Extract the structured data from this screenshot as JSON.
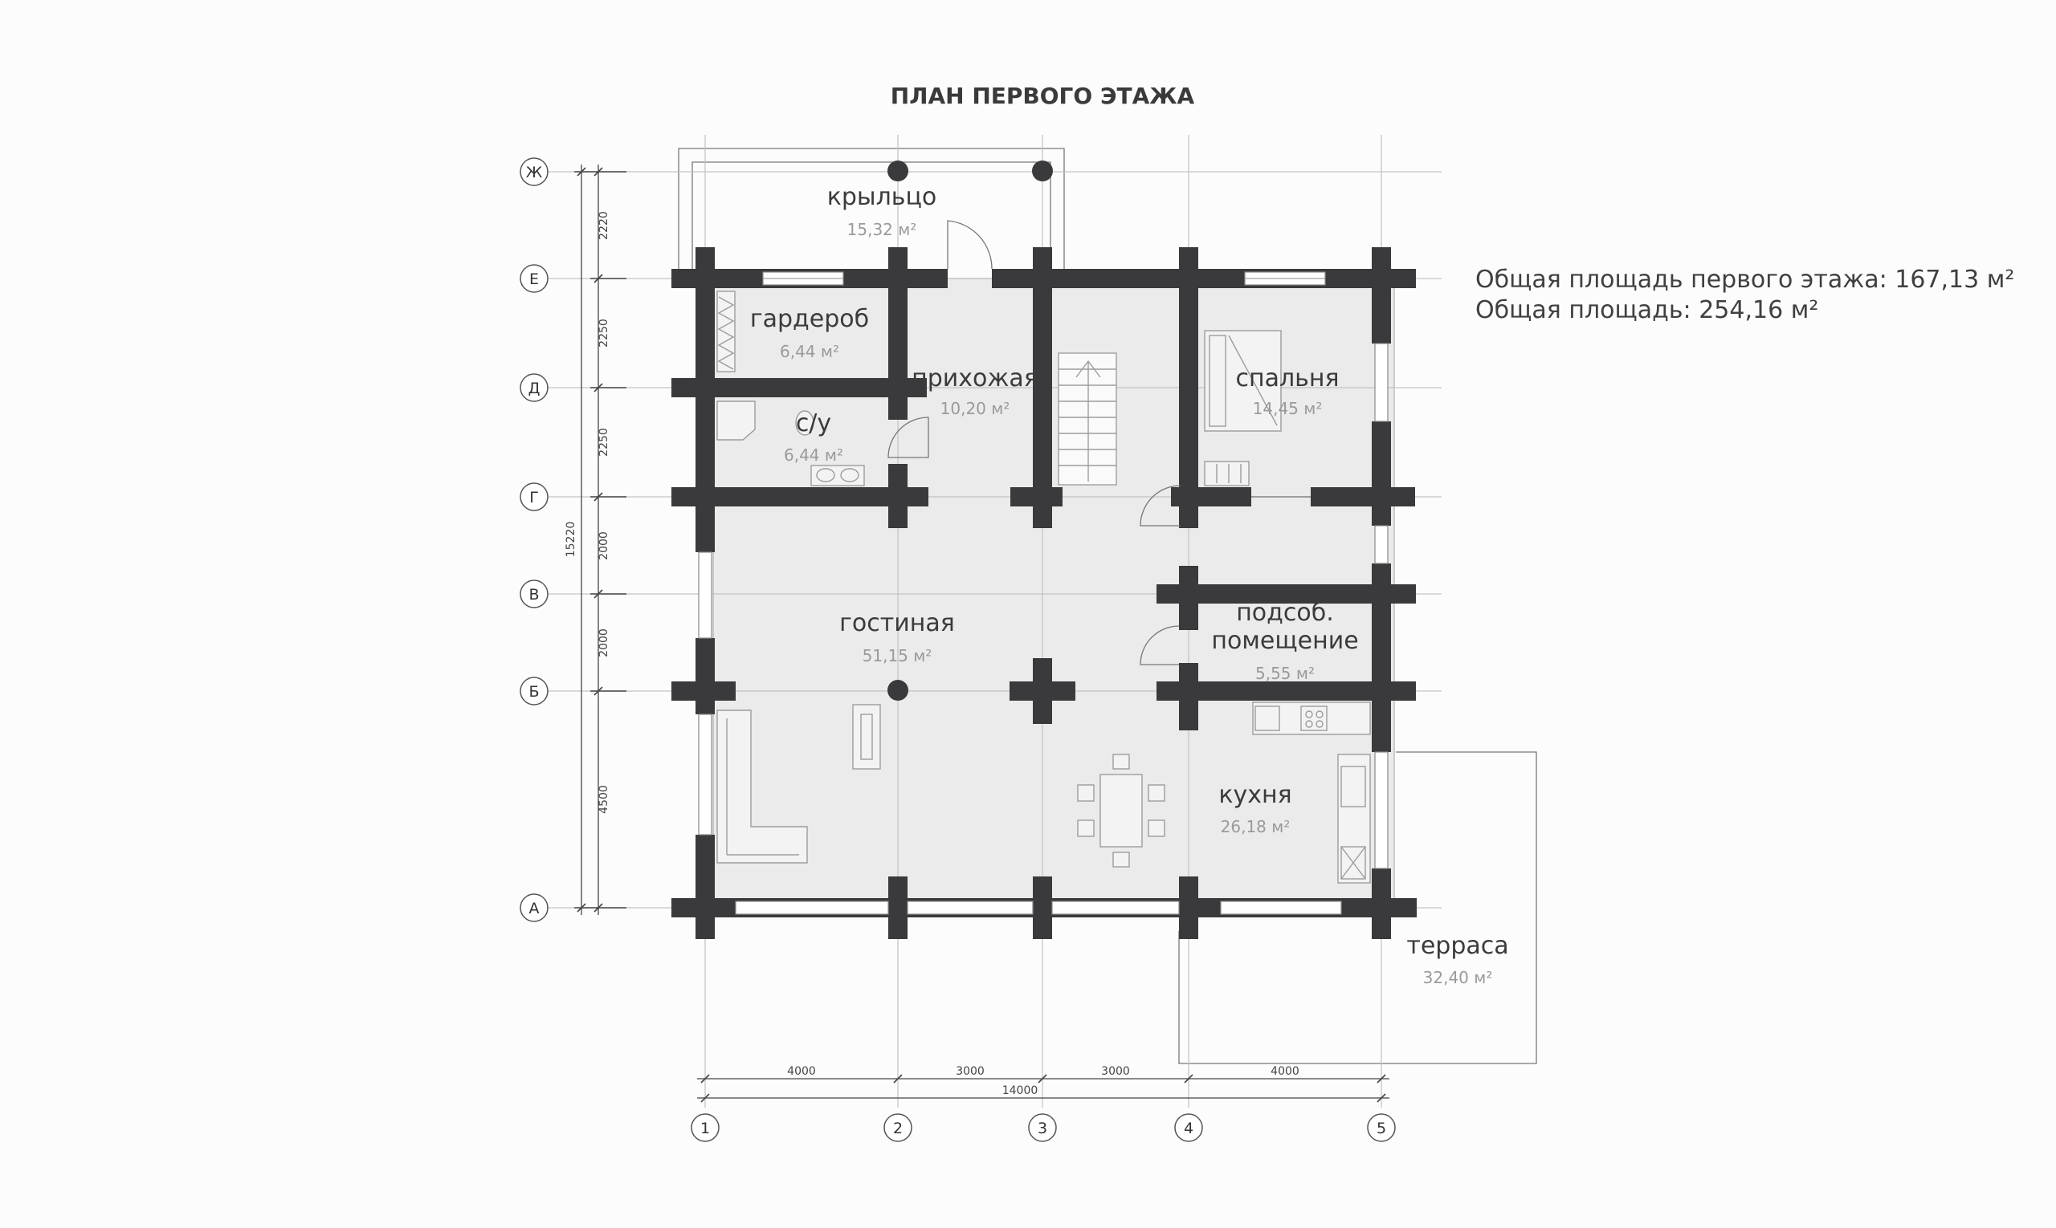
{
  "title": "ПЛАН ПЕРВОГО ЭТАЖА",
  "summary": {
    "first_floor_area": "Общая площадь первого этажа: 167,13 м²",
    "total_area": "Общая площадь: 254,16 м²"
  },
  "rooms": {
    "porch": {
      "name": "крыльцо",
      "area": "15,32 м²"
    },
    "wardrobe": {
      "name": "гардероб",
      "area": "6,44 м²"
    },
    "hall": {
      "name": "прихожая",
      "area": "10,20 м²"
    },
    "bathroom": {
      "name": "с/у",
      "area": "6,44 м²"
    },
    "bedroom": {
      "name": "спальня",
      "area": "14,45 м²"
    },
    "living": {
      "name": "гостиная",
      "area": "51,15 м²"
    },
    "utility": {
      "name_line1": "подсоб.",
      "name_line2": "помещение",
      "area": "5,55 м²"
    },
    "kitchen": {
      "name": "кухня",
      "area": "26,18 м²"
    },
    "terrace": {
      "name": "терраса",
      "area": "32,40 м²"
    }
  },
  "axes": {
    "rows": [
      "Ж",
      "Е",
      "Д",
      "Г",
      "В",
      "Б",
      "А"
    ],
    "columns": [
      "1",
      "2",
      "3",
      "4",
      "5"
    ]
  },
  "dimensions": {
    "vertical": [
      "2220",
      "2250",
      "2250",
      "2000",
      "2000",
      "4500"
    ],
    "vertical_total": "15220",
    "horizontal": [
      "4000",
      "3000",
      "3000",
      "4000"
    ],
    "horizontal_total": "14000"
  }
}
